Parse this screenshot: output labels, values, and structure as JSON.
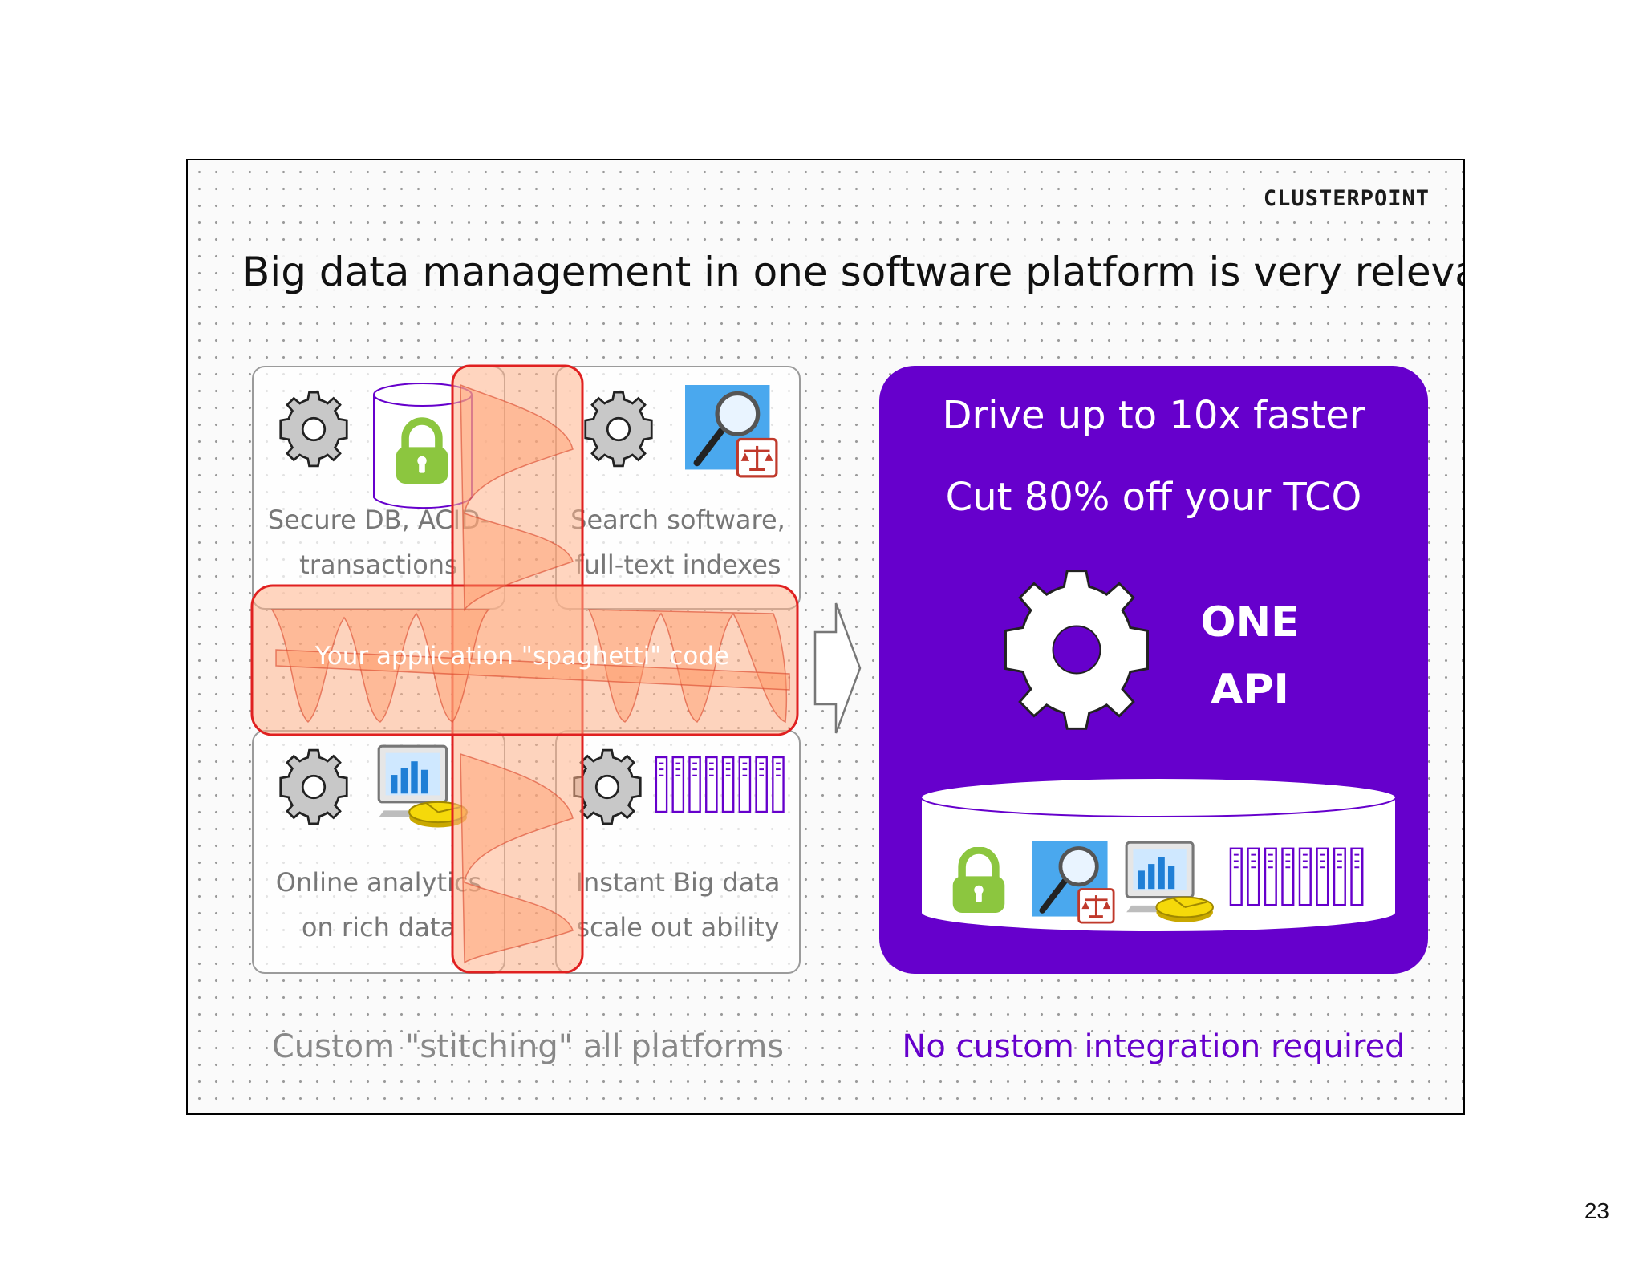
{
  "slide": {
    "brand": "CLUSTERPOINT",
    "title": "Big data management in one software platform is very relevant",
    "page_number": "23"
  },
  "left_side": {
    "panels": [
      {
        "line1": "Secure DB,  ACID-",
        "line2": "transactions",
        "icon": "lock-database-icon"
      },
      {
        "line1": "Search software,",
        "line2": "full-text indexes",
        "icon": "magnifier-icon"
      },
      {
        "line1": "Online analytics",
        "line2": "on rich data",
        "icon": "analytics-icon"
      },
      {
        "line1": "Instant Big data",
        "line2": "scale out ability",
        "icon": "server-rack-icon"
      }
    ],
    "spaghetti_label": "Your application \"spaghetti\" code",
    "footer": "Custom \"stitching\" all platforms"
  },
  "right_side": {
    "headline1": "Drive up to 10x faster",
    "headline2": "Cut 80% off your TCO",
    "api_line1": "ONE",
    "api_line2": "API",
    "footer": "No custom integration required"
  },
  "colors": {
    "purple": "#6600cc",
    "spaghetti_fill": "#ffb38a",
    "spaghetti_border": "#e02020",
    "lock_green": "#8cc63f"
  }
}
